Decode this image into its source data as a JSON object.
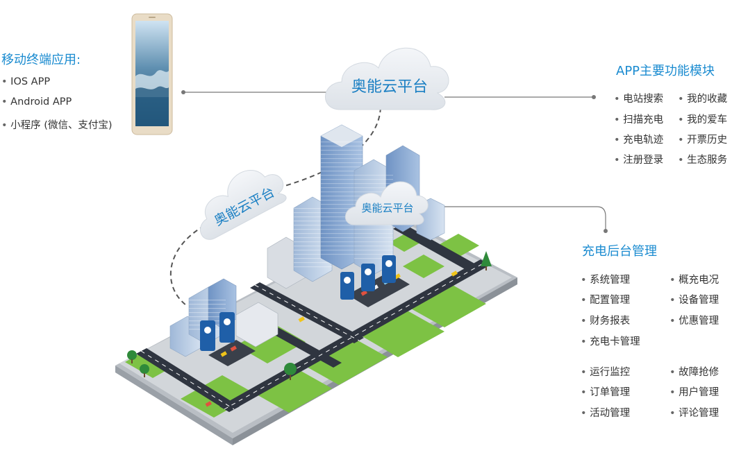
{
  "mobile": {
    "heading": "移动终端应用:",
    "items": [
      "IOS APP",
      "Android APP",
      "小程序 (微信、支付宝)"
    ]
  },
  "clouds": {
    "main": "奥能云平台",
    "left": "奥能云平台",
    "small": "奥能云平台"
  },
  "app_modules": {
    "heading": "APP主要功能模块",
    "col1": [
      "电站搜索",
      "扫描充电",
      "充电轨迹",
      "注册登录"
    ],
    "col2": [
      "我的收藏",
      "我的爱车",
      "开票历史",
      "生态服务"
    ]
  },
  "backend": {
    "heading": "充电后台管理",
    "col1": [
      "系统管理",
      "配置管理",
      "财务报表",
      "充电卡管理"
    ],
    "col2": [
      "概充电况",
      "设备管理",
      "优惠管理"
    ],
    "col3": [
      "运行监控",
      "订单管理",
      "活动管理"
    ],
    "col4": [
      "故障抢修",
      "用户管理",
      "评论管理"
    ]
  },
  "colors": {
    "accent": "#1a8bd0",
    "road": "#2f3540",
    "grass": "#7dc244",
    "platform": "#c9cdd2",
    "charger": "#1f5fa8"
  }
}
